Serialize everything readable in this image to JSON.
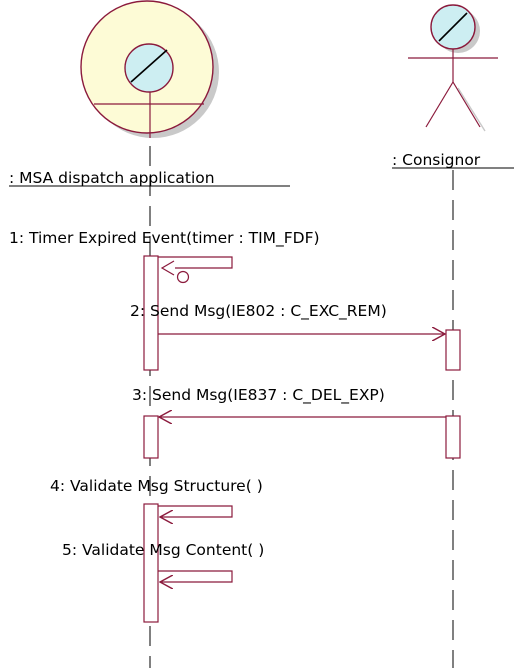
{
  "participants": [
    {
      "id": "msa",
      "name": ": MSA dispatch application",
      "kind": "control"
    },
    {
      "id": "consignor",
      "name": ": Consignor",
      "kind": "actor"
    }
  ],
  "messages": [
    {
      "label": "1: Timer Expired Event(timer : TIM_FDF)",
      "from": "msa",
      "to": "msa"
    },
    {
      "label": "2: Send Msg(IE802 : C_EXC_REM)",
      "from": "msa",
      "to": "consignor"
    },
    {
      "label": "3: Send Msg(IE837 : C_DEL_EXP)",
      "from": "consignor",
      "to": "msa"
    },
    {
      "label": "4: Validate Msg Structure( )",
      "from": "msa",
      "to": "msa"
    },
    {
      "label": "5: Validate Msg Content( )",
      "from": "msa",
      "to": "msa"
    }
  ],
  "colors": {
    "line": "#8b1a3c",
    "control_fill": "#fdfbd6",
    "actor_head": "#cdeef2",
    "shadow": "#c9c9c9"
  }
}
